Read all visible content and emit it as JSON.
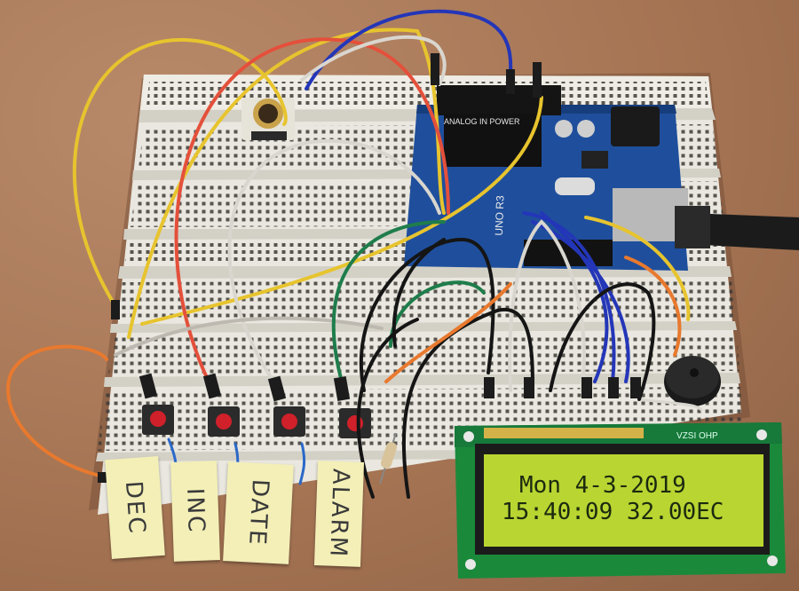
{
  "lcd": {
    "line1": "Mon 4-3-2019",
    "line2": "15:40:09 32.00EC",
    "backlight_color": "#b9d531",
    "text_color": "#1c2a10",
    "module_label": "VZSI OHP"
  },
  "buttons": [
    {
      "label": "DEC"
    },
    {
      "label": "INC"
    },
    {
      "label": "DATE"
    },
    {
      "label": "ALARM"
    }
  ],
  "arduino": {
    "board_label": "UNO R3",
    "header_label": "ANALOG IN POWER"
  },
  "colors": {
    "board_blue": "#1f4f9c",
    "breadboard": "#e9e7df",
    "wire_yellow": "#e7c42e",
    "wire_red": "#e4503b",
    "wire_blue": "#2436b8",
    "wire_white": "#d9d6cf",
    "wire_green": "#1e7d4b",
    "wire_black": "#151515",
    "wire_orange": "#e8792e",
    "button_red": "#d0202a"
  },
  "components": [
    "potentiometer",
    "buzzer",
    "resistor",
    "usb-cable"
  ]
}
